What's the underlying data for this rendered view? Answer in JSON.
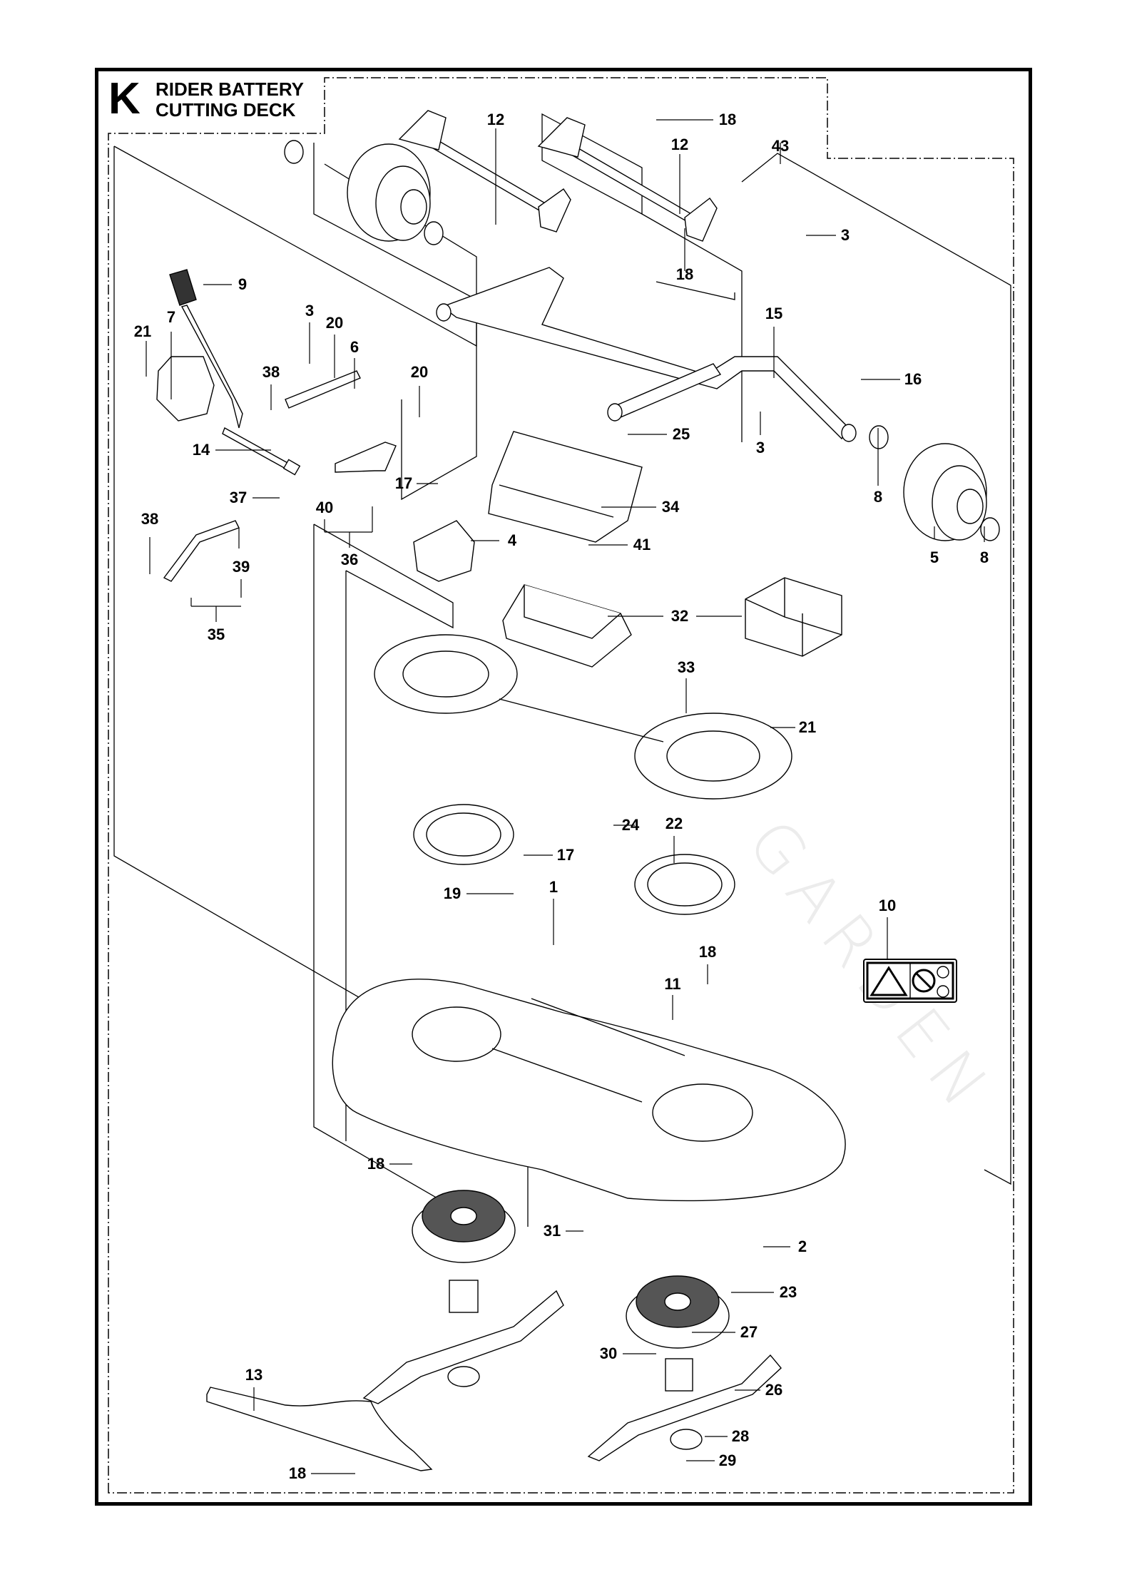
{
  "header": {
    "section_letter": "K",
    "title_line1": "RIDER BATTERY",
    "title_line2": "CUTTING DECK"
  },
  "watermark": {
    "text": "GARDEN"
  },
  "decal": {
    "name": "warning-decal",
    "symbols": [
      "hand-crush-warning-triangle",
      "no-hand-near-rotating-blade"
    ]
  },
  "callouts": [
    {
      "id": "c12a",
      "label": "12"
    },
    {
      "id": "c12b",
      "label": "12"
    },
    {
      "id": "c18a",
      "label": "18"
    },
    {
      "id": "c43",
      "label": "43"
    },
    {
      "id": "c3a",
      "label": "3"
    },
    {
      "id": "c18b",
      "label": "18"
    },
    {
      "id": "c9",
      "label": "9"
    },
    {
      "id": "c21a",
      "label": "21"
    },
    {
      "id": "c7",
      "label": "7"
    },
    {
      "id": "c3b",
      "label": "3"
    },
    {
      "id": "c20a",
      "label": "20"
    },
    {
      "id": "c6",
      "label": "6"
    },
    {
      "id": "c15",
      "label": "15"
    },
    {
      "id": "c38a",
      "label": "38"
    },
    {
      "id": "c20b",
      "label": "20"
    },
    {
      "id": "c16",
      "label": "16"
    },
    {
      "id": "c14",
      "label": "14"
    },
    {
      "id": "c25",
      "label": "25"
    },
    {
      "id": "c3c",
      "label": "3"
    },
    {
      "id": "c17a",
      "label": "17"
    },
    {
      "id": "c37",
      "label": "37"
    },
    {
      "id": "c40",
      "label": "40"
    },
    {
      "id": "c8a",
      "label": "8"
    },
    {
      "id": "c34",
      "label": "34"
    },
    {
      "id": "c38b",
      "label": "38"
    },
    {
      "id": "c4",
      "label": "4"
    },
    {
      "id": "c41",
      "label": "41"
    },
    {
      "id": "c36",
      "label": "36"
    },
    {
      "id": "c39",
      "label": "39"
    },
    {
      "id": "c5",
      "label": "5"
    },
    {
      "id": "c8b",
      "label": "8"
    },
    {
      "id": "c32",
      "label": "32"
    },
    {
      "id": "c35",
      "label": "35"
    },
    {
      "id": "c33",
      "label": "33"
    },
    {
      "id": "c21b",
      "label": "21"
    },
    {
      "id": "c24",
      "label": "24"
    },
    {
      "id": "c22",
      "label": "22"
    },
    {
      "id": "c17b",
      "label": "17"
    },
    {
      "id": "c19",
      "label": "19"
    },
    {
      "id": "c1",
      "label": "1"
    },
    {
      "id": "c10",
      "label": "10"
    },
    {
      "id": "c18c",
      "label": "18"
    },
    {
      "id": "c11",
      "label": "11"
    },
    {
      "id": "c18d",
      "label": "18"
    },
    {
      "id": "c2",
      "label": "2"
    },
    {
      "id": "c31",
      "label": "31"
    },
    {
      "id": "c23",
      "label": "23"
    },
    {
      "id": "c27",
      "label": "27"
    },
    {
      "id": "c30",
      "label": "30"
    },
    {
      "id": "c13",
      "label": "13"
    },
    {
      "id": "c26",
      "label": "26"
    },
    {
      "id": "c28",
      "label": "28"
    },
    {
      "id": "c29",
      "label": "29"
    },
    {
      "id": "c18e",
      "label": "18"
    }
  ]
}
